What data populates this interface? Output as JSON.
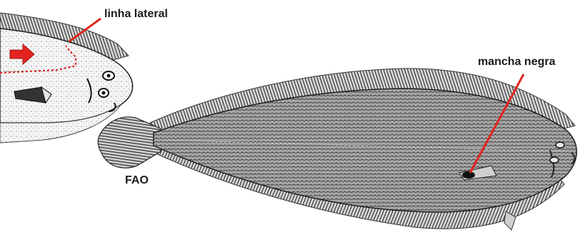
{
  "annotations": {
    "lateral_line": "linha lateral",
    "black_spot": "mancha negra",
    "credit": "FAO"
  },
  "colors": {
    "annotation_arrow": "#e3231f",
    "lateral_line_trace": "#e3231f",
    "ink": "#2b2b2b",
    "body_fill": "#9a9a9a"
  },
  "icons": [
    "direction-arrow-icon"
  ]
}
